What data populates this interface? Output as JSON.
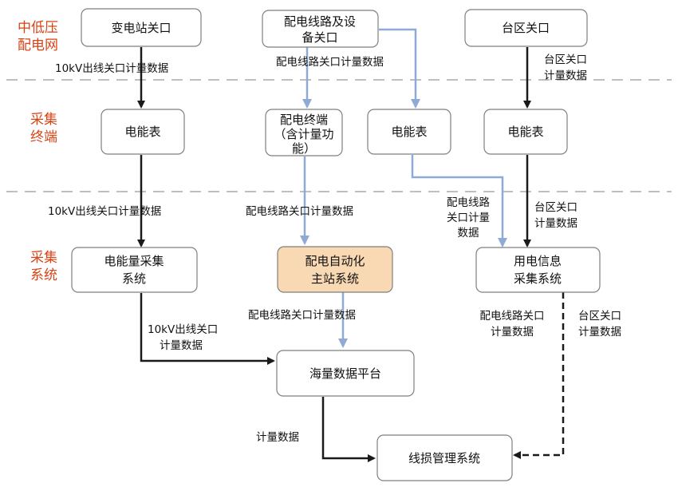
{
  "layers": {
    "grid_line1": "中低压",
    "grid_line2": "配电网",
    "terminal_line1": "采集",
    "terminal_line2": "终端",
    "system_line1": "采集",
    "system_line2": "系统"
  },
  "nodes": {
    "substation_gateway": "变电站关口",
    "feeder_gateway_line1": "配电线路及设",
    "feeder_gateway_line2": "备关口",
    "area_gateway": "台区关口",
    "meter_left": "电能表",
    "dist_terminal_line1": "配电终端",
    "dist_terminal_line2": "（含计量功",
    "dist_terminal_line3": "能）",
    "meter_mid": "电能表",
    "meter_right": "电能表",
    "energy_system_line1": "电能量采集",
    "energy_system_line2": "系统",
    "da_master_line1": "配电自动化",
    "da_master_line2": "主站系统",
    "consumer_system_line1": "用电信息",
    "consumer_system_line2": "采集系统",
    "big_data": "海量数据平台",
    "line_loss": "线损管理系统"
  },
  "labels": {
    "kv_top": "10kV出线关口计量数据",
    "feeder_top": "配电线路关口计量数据",
    "area_top_line1": "台区关口",
    "area_top_line2": "计量数据",
    "kv_mid": "10kV出线关口计量数据",
    "feeder_mid": "配电线路关口计量数据",
    "feeder_right_line1": "配电线路",
    "feeder_right_line2": "关口计量",
    "feeder_right_line3": "数据",
    "area_mid_line1": "台区关口",
    "area_mid_line2": "计量数据",
    "kv_low_line1": "10kV出线关口",
    "kv_low_line2": "计量数据",
    "feeder_low": "配电线路关口计量数据",
    "feeder_low_right_line1": "配电线路关口",
    "feeder_low_right_line2": "计量数据",
    "area_low_line1": "台区关口",
    "area_low_line2": "计量数据",
    "meter_data": "计量数据"
  },
  "colors": {
    "layer_text": "#d84316",
    "black_flow": "#1a1a1a",
    "blue_flow": "#8eaad5",
    "highlight_fill": "#f9d8b4"
  }
}
